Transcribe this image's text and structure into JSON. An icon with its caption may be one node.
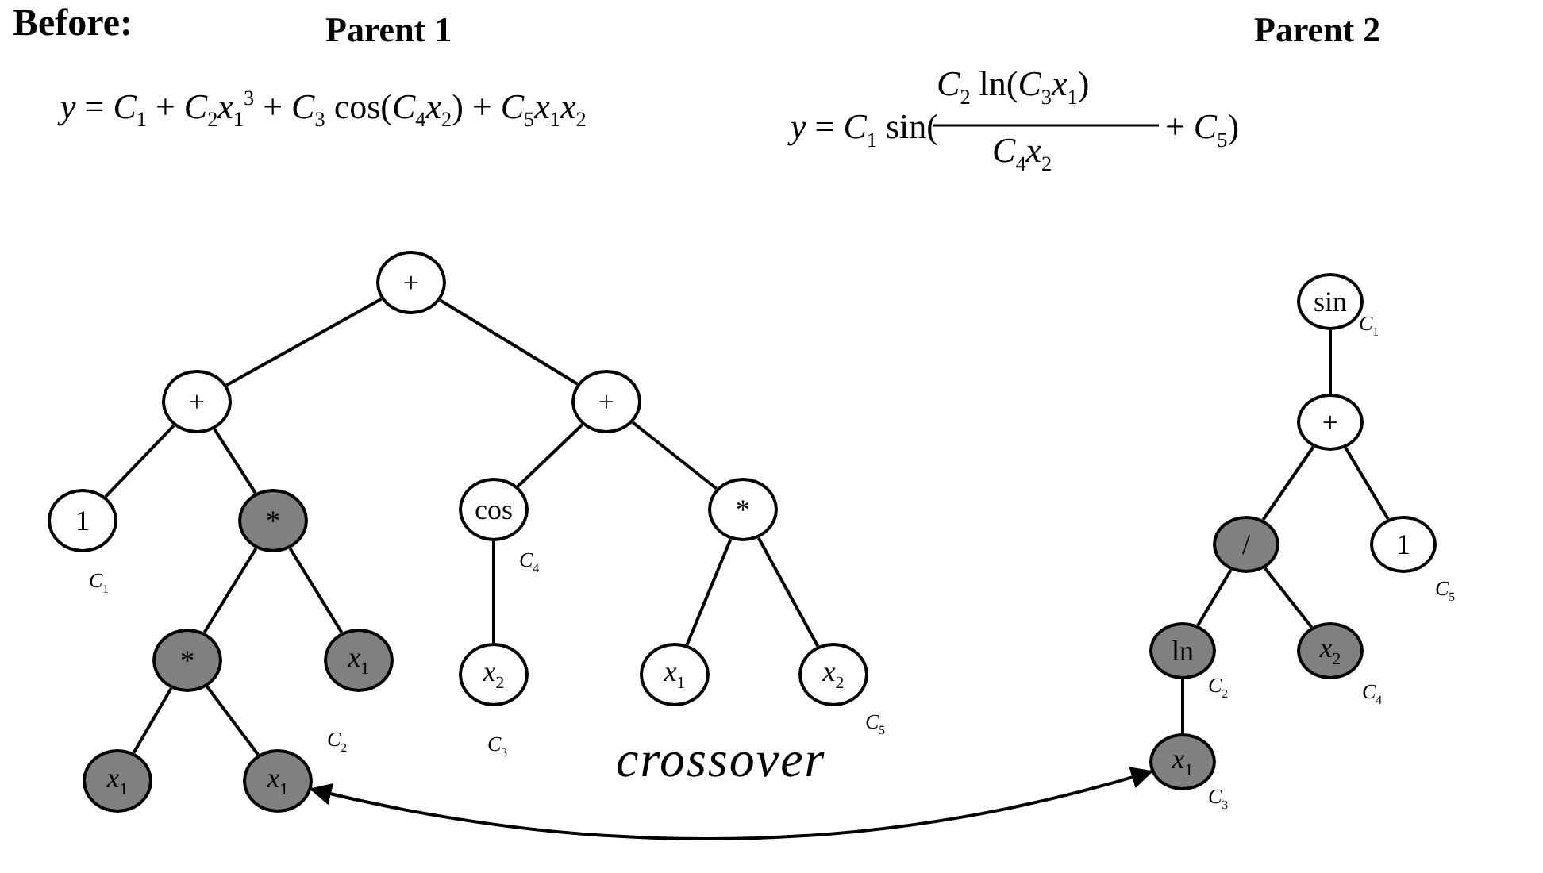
{
  "diagram": {
    "title": "Before:",
    "nodes": [
      {
        "text": [
          "+"
        ]
      },
      {
        "text": [
          "+"
        ]
      },
      {
        "text": [
          "+"
        ]
      },
      {
        "text": [
          "1"
        ],
        "beside": [
          "*C*$_{1}$"
        ]
      },
      {
        "text": [
          "*"
        ]
      },
      {
        "text": [
          "cos"
        ],
        "beside": [
          "*C*$_{4}$"
        ]
      },
      {
        "text": [
          "*"
        ]
      },
      {
        "text": [
          "*"
        ]
      },
      {
        "text": [
          "*x*$_{1}$"
        ]
      },
      {
        "text": [
          "*x*$_{2}$"
        ],
        "beside": [
          "*C*$_{3}$"
        ]
      },
      {
        "text": [
          "*x*$_{1}$"
        ]
      },
      {
        "text": [
          "*x*$_{2}$"
        ],
        "beside": [
          "*C*$_{5}$"
        ]
      },
      {
        "text": [
          "*x*$_{1}$"
        ]
      },
      {
        "text": [
          "*x*$_{1}$"
        ]
      },
      {
        "text": [
          "sin"
        ],
        "beside": [
          "*C*$_{1}$"
        ]
      },
      {
        "text": [
          "+"
        ]
      },
      {
        "text": [
          "/"
        ]
      },
      {
        "text": [
          "1"
        ],
        "beside": [
          "*C*$_{5}$"
        ]
      },
      {
        "text": [
          "ln"
        ],
        "beside": [
          "*C*$_{2}$"
        ]
      },
      {
        "text": [
          "*x*$_{2}$"
        ],
        "beside": [
          "*C*$_{4}$"
        ]
      },
      {
        "text": [
          "*x*$_{1}$"
        ],
        "beside": [
          "*C*$_{3}$"
        ]
      }
    ],
    "edges": [
      {
        "from": 0,
        "to": 1,
        "arrow": "none"
      },
      {
        "from": 0,
        "to": 2,
        "arrow": "none"
      },
      {
        "from": 1,
        "to": 3,
        "arrow": "none"
      },
      {
        "from": 1,
        "to": 4,
        "arrow": "none"
      },
      {
        "from": 2,
        "to": 5,
        "arrow": "none"
      },
      {
        "from": 2,
        "to": 6,
        "arrow": "none"
      },
      {
        "from": 4,
        "to": 7,
        "arrow": "none"
      },
      {
        "from": 4,
        "to": 8,
        "arrow": "none"
      },
      {
        "from": 5,
        "to": 9,
        "arrow": "none"
      },
      {
        "from": 6,
        "to": 10,
        "arrow": "none"
      },
      {
        "from": 6,
        "to": 11,
        "arrow": "none"
      },
      {
        "from": 7,
        "to": 12,
        "arrow": "none"
      },
      {
        "from": 7,
        "to": 13,
        "arrow": "none"
      },
      {
        "from": 14,
        "to": 15,
        "arrow": "none"
      },
      {
        "from": 15,
        "to": 16,
        "arrow": "none"
      },
      {
        "from": 15,
        "to": 17,
        "arrow": "none"
      },
      {
        "from": 16,
        "to": 18,
        "arrow": "none"
      },
      {
        "from": 16,
        "to": 19,
        "arrow": "none"
      },
      {
        "from": 18,
        "to": 20,
        "arrow": "none"
      },
      {
        "from": 13,
        "to": 20,
        "arrow": "both",
        "label": "crossover"
      }
    ],
    "labels": [
      "Parent 1",
      "Parent 2",
      "*y* = *C*$_{1}$ + *C*$_{2}$*x*$_{1}$$^{3}$ + *C*$_{3}$ cos(*C*$_{4}$*x*$_{2}$) + *C*$_{5}$*x*$_{1}$*x*$_{2}$",
      "*y* = *C*$_{1}$ sin(",
      "*C*$_{2}$ ln(*C*$_{3}$*x*$_{1}$)",
      "*C*$_{4}$*x*$_{2}$",
      "+ *C*$_{5}$)",
      "*C*$_{2}$"
    ]
  }
}
